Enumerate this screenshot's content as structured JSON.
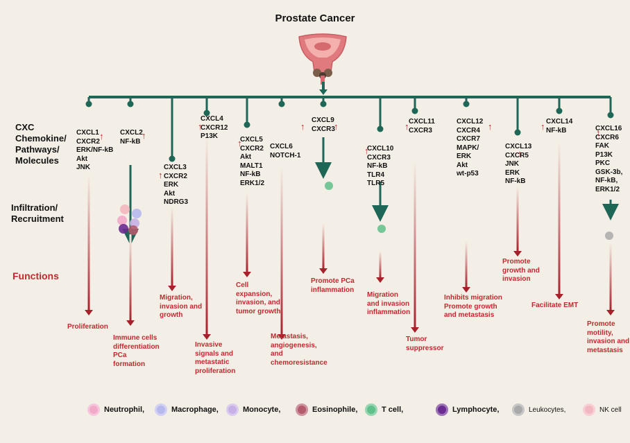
{
  "title": "Prostate Cancer",
  "sections": {
    "chemokine": [
      "CXC",
      "Chemokine/",
      "Pathways/",
      "Molecules"
    ],
    "infiltration": [
      "Infiltration/",
      "Recruitment"
    ],
    "functions": "Functions"
  },
  "columns": [
    {
      "molecules": [
        "CXCL1",
        "CXCR2",
        "ERK/NF-kB",
        "Akt",
        "JNK"
      ],
      "function": [
        "Proliferation"
      ]
    },
    {
      "molecules": [
        "CXCL2",
        "NF-kB"
      ],
      "function": [
        "Immune cells",
        "differentiation",
        "PCa",
        "formation"
      ]
    },
    {
      "molecules": [
        "CXCL3",
        "CXCR2",
        "ERK",
        "Akt",
        "NDRG3"
      ],
      "function": [
        "Migration,",
        "invasion and",
        "growth"
      ]
    },
    {
      "molecules": [
        "CXCL4",
        "CXCR12",
        "P13K"
      ],
      "function": [
        "Invasive",
        "signals and",
        "metastatic",
        "proliferation"
      ]
    },
    {
      "molecules": [
        "CXCL5",
        "CXCR2",
        "Akt",
        "MALT1",
        "NF-kB",
        "ERK1/2"
      ],
      "function": [
        "Cell",
        "expansion,",
        "invasion,  and",
        "tumor growth"
      ]
    },
    {
      "molecules": [
        "CXCL6",
        "NOTCH-1"
      ],
      "function": [
        "Metastasis,",
        "angiogenesis,",
        "and",
        "chemoresistance"
      ]
    },
    {
      "molecules": [
        "CXCL9",
        "CXCR3"
      ],
      "function": [
        "Promote PCa",
        "inflammation"
      ]
    },
    {
      "molecules": [
        "CXCL10",
        "CXCR3",
        "NF-kB",
        "TLR4",
        "TLR5"
      ],
      "function": [
        "Migration",
        "and invasion",
        "inflammation"
      ]
    },
    {
      "molecules": [
        "CXCL11",
        "CXCR3"
      ],
      "function": [
        "Tumor",
        "suppressor"
      ]
    },
    {
      "molecules": [
        "CXCL12",
        "CXCR4",
        "CXCR7",
        "MAPK/",
        "ERK",
        "Akt",
        "wt-p53"
      ],
      "function": [
        "Inhibits migration",
        "Promote growth",
        "and metastasis"
      ]
    },
    {
      "molecules": [
        "CXCL13",
        "CXCR5",
        "JNK",
        "ERK",
        "NF-kB"
      ],
      "function": [
        "Promote",
        "growth and",
        "invasion"
      ]
    },
    {
      "molecules": [
        "CXCL14",
        "NF-kB"
      ],
      "function": [
        "Facilitate EMT"
      ]
    },
    {
      "molecules": [
        "CXCL16",
        "CXCR6",
        "FAK",
        "P13K",
        "PKC",
        "GSK-3b,",
        "NF-kB,",
        " ERK1/2"
      ],
      "function": [
        "Promote",
        "motility,",
        "invasion and",
        "metastasis"
      ]
    }
  ],
  "up_arrow": "↑",
  "legend": [
    {
      "label": "Neutrophil,",
      "icon": "neutrophil-icon",
      "color": "#f2a9c9"
    },
    {
      "label": "Macrophage,",
      "icon": "macrophage-icon",
      "color": "#b7b8ee"
    },
    {
      "label": "Monocyte,",
      "icon": "monocyte-icon",
      "color": "#c6b0e6"
    },
    {
      "label": "Eosinophile,",
      "icon": "eosinophile-icon",
      "color": "#b45b6d"
    },
    {
      "label": "T cell,",
      "icon": "t-cell-icon",
      "color": "#5fc08a"
    },
    {
      "label": "Lymphocyte,",
      "icon": "lymphocyte-icon",
      "color": "#6a2c91"
    },
    {
      "label": "Leukocytes,",
      "icon": "leukocyte-icon",
      "color": "#a9a9a9"
    },
    {
      "label": "NK cell",
      "icon": "nk-cell-icon",
      "color": "#f3b7bf"
    }
  ],
  "colors": {
    "background": "#f4efe6",
    "trunk": "#1e6655",
    "function_arrow": "#a8202b",
    "function_text": "#c0292f"
  }
}
